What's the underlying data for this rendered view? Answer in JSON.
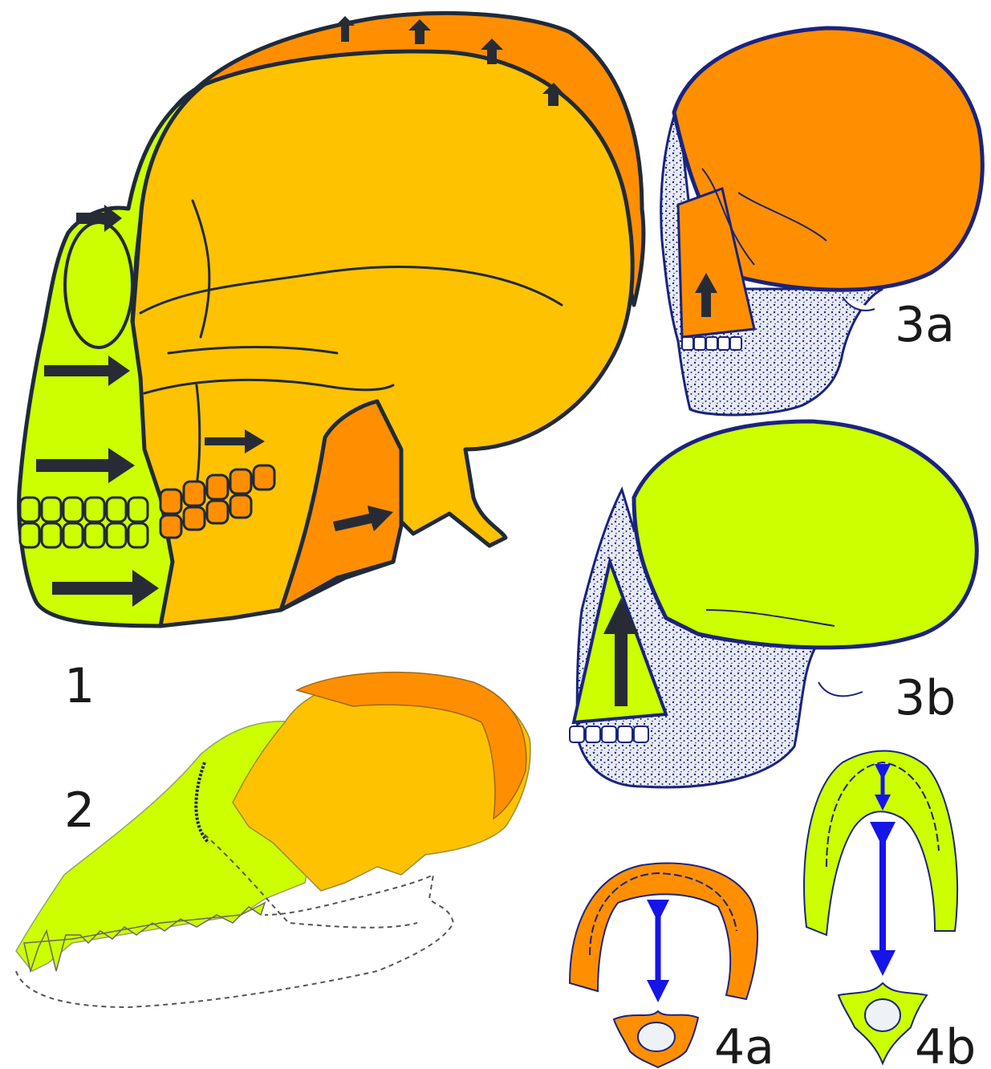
{
  "labels": {
    "fig1": "1",
    "fig2": "2",
    "fig3a": "3a",
    "fig3b": "3b",
    "fig4a": "4a",
    "fig4b": "4b"
  },
  "colors": {
    "face_green": "#ccff00",
    "cranium_yellow": "#ffc200",
    "growth_orange": "#ff8f00",
    "outline_dark": "#1f2a3a",
    "stipple_blue": "#1a237e",
    "stipple_bg": "#e8ebf3",
    "arrow_dark": "#262b36",
    "arrow_blue": "#1515e8",
    "vertebra_fill": "#eef1f6"
  },
  "icons": {
    "growth_arrow": "arrow-right-icon",
    "growth_arrow_up": "arrow-up-icon",
    "distance_arrow": "double-arrow-icon"
  }
}
